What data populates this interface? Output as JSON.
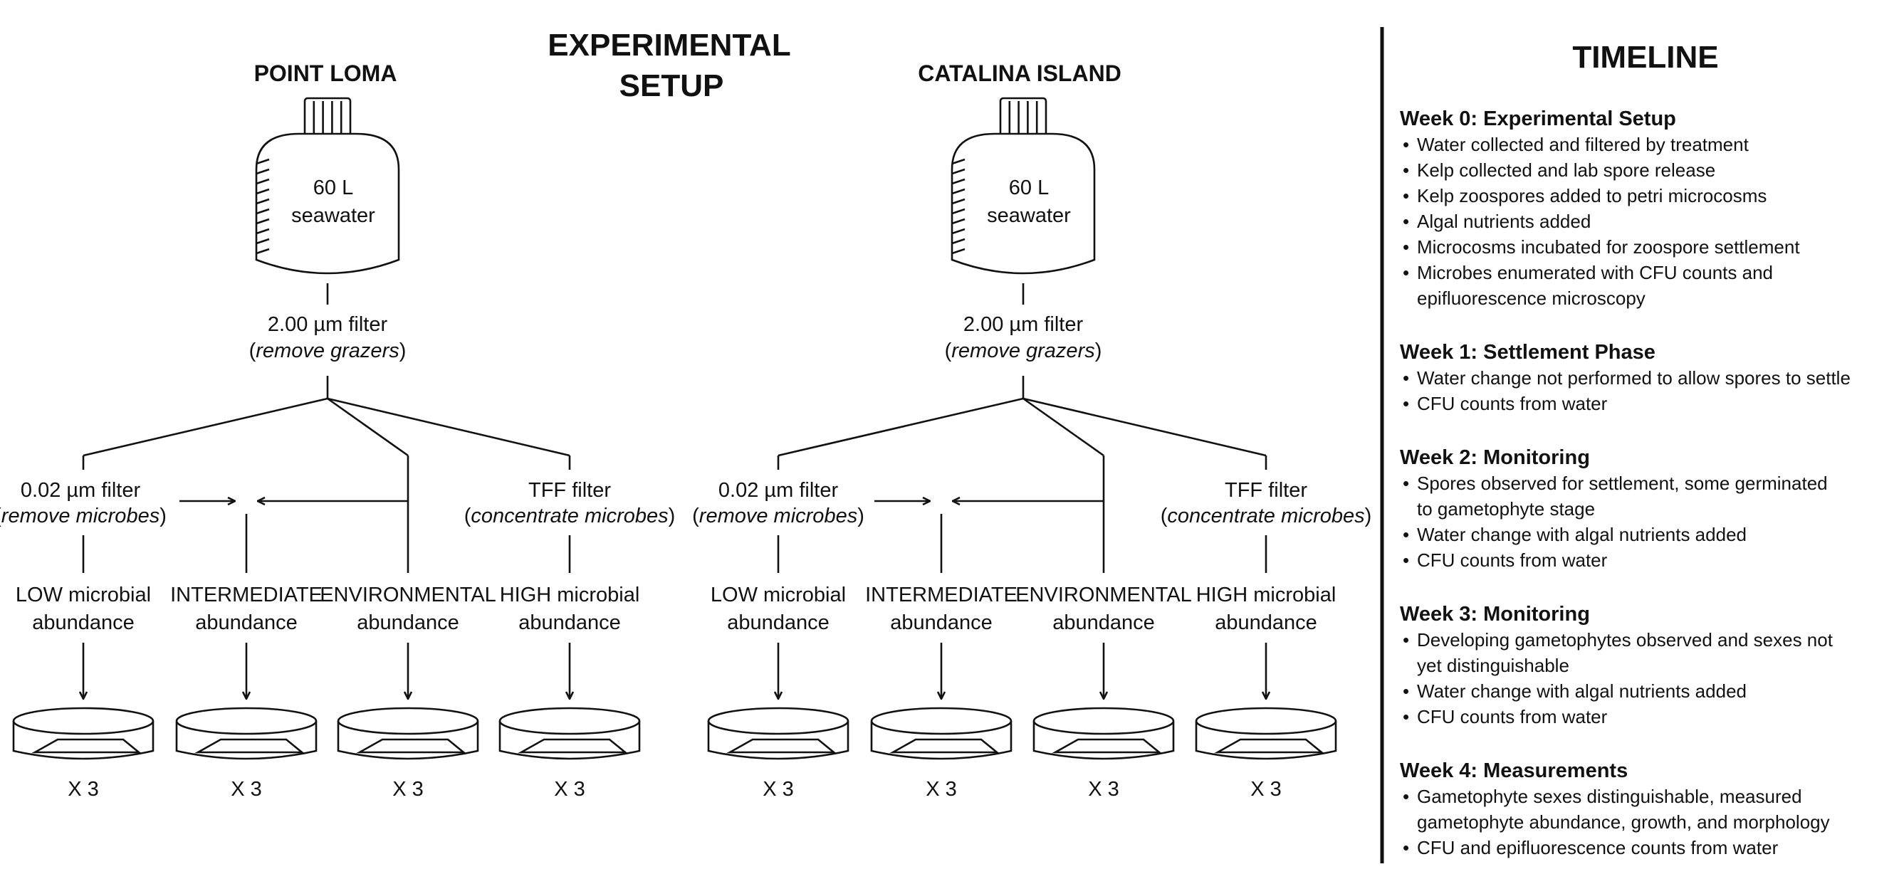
{
  "setup": {
    "title_line1": "EXPERIMENTAL",
    "title_line2": "SETUP",
    "sites": [
      {
        "name": "POINT  LOMA",
        "bottle_line1": "60 L",
        "bottle_line2": "seawater",
        "prefilter_label": "2.00 µm filter",
        "prefilter_note": "remove grazers",
        "filter_left_label": "0.02 µm filter",
        "filter_left_note": "remove microbes",
        "filter_right_label": "TFF filter",
        "filter_right_note": "concentrate microbes",
        "treatments": [
          {
            "line1": "LOW microbial",
            "line2": "abundance",
            "replicates": "X 3"
          },
          {
            "line1": "INTERMEDIATE",
            "line2": "abundance",
            "replicates": "X 3"
          },
          {
            "line1": "ENVIRONMENTAL",
            "line2": "abundance",
            "replicates": "X 3"
          },
          {
            "line1": "HIGH microbial",
            "line2": "abundance",
            "replicates": "X 3"
          }
        ]
      },
      {
        "name": "CATALINA  ISLAND",
        "bottle_line1": "60 L",
        "bottle_line2": "seawater",
        "prefilter_label": "2.00 µm filter",
        "prefilter_note": "remove grazers",
        "filter_left_label": "0.02 µm filter",
        "filter_left_note": "remove microbes",
        "filter_right_label": "TFF filter",
        "filter_right_note": "concentrate microbes",
        "treatments": [
          {
            "line1": "LOW microbial",
            "line2": "abundance",
            "replicates": "X 3"
          },
          {
            "line1": "INTERMEDIATE",
            "line2": "abundance",
            "replicates": "X 3"
          },
          {
            "line1": "ENVIRONMENTAL",
            "line2": "abundance",
            "replicates": "X 3"
          },
          {
            "line1": "HIGH microbial",
            "line2": "abundance",
            "replicates": "X 3"
          }
        ]
      }
    ]
  },
  "timeline": {
    "title": "TIMELINE",
    "weeks": [
      {
        "heading": "Week 0: Experimental Setup",
        "bullets": [
          [
            "Water collected and filtered by treatment"
          ],
          [
            "Kelp collected and lab spore release"
          ],
          [
            "Kelp zoospores added to petri microcosms"
          ],
          [
            "Algal nutrients added"
          ],
          [
            "Microcosms incubated for zoospore settlement"
          ],
          [
            "Microbes enumerated with CFU counts and",
            "epifluorescence microscopy"
          ]
        ]
      },
      {
        "heading": "Week 1: Settlement Phase",
        "bullets": [
          [
            "Water change not performed to allow spores to settle"
          ],
          [
            "CFU counts from water"
          ]
        ]
      },
      {
        "heading": "Week 2: Monitoring",
        "bullets": [
          [
            "Spores observed for settlement, some germinated",
            "to gametophyte stage"
          ],
          [
            "Water change with algal nutrients added"
          ],
          [
            "CFU counts from water"
          ]
        ]
      },
      {
        "heading": "Week 3: Monitoring",
        "bullets": [
          [
            "Developing gametophytes observed and sexes not",
            "yet distinguishable"
          ],
          [
            "Water change with algal nutrients added"
          ],
          [
            "CFU counts from water"
          ]
        ]
      },
      {
        "heading": "Week 4: Measurements",
        "bullets": [
          [
            "Gametophyte sexes distinguishable, measured",
            "gametophyte abundance, growth, and morphology"
          ],
          [
            "CFU and epifluorescence counts from water"
          ]
        ]
      }
    ]
  }
}
